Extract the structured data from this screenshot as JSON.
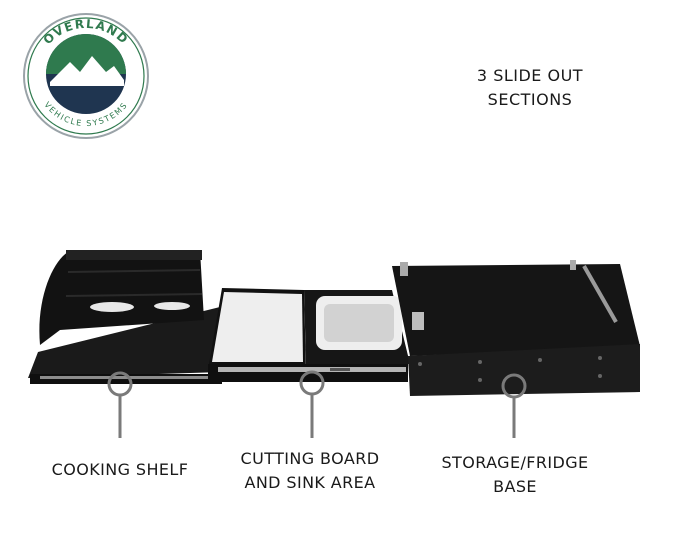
{
  "logo": {
    "brand_top": "OVERLAND",
    "brand_bottom": "VEHICLE SYSTEMS"
  },
  "heading": {
    "line1": "3 SLIDE OUT",
    "line2": "SECTIONS"
  },
  "callouts": [
    {
      "lines": [
        "COOKING SHELF"
      ]
    },
    {
      "lines": [
        "CUTTING BOARD",
        "AND SINK AREA"
      ]
    },
    {
      "lines": [
        "STORAGE/FRIDGE",
        "BASE"
      ]
    }
  ],
  "colors": {
    "logo_green": "#2f7a4e",
    "logo_navy": "#1f3550",
    "logo_ring": "#9aa3a8",
    "callout_line": "#7a7a7a",
    "product_black": "#141414"
  }
}
